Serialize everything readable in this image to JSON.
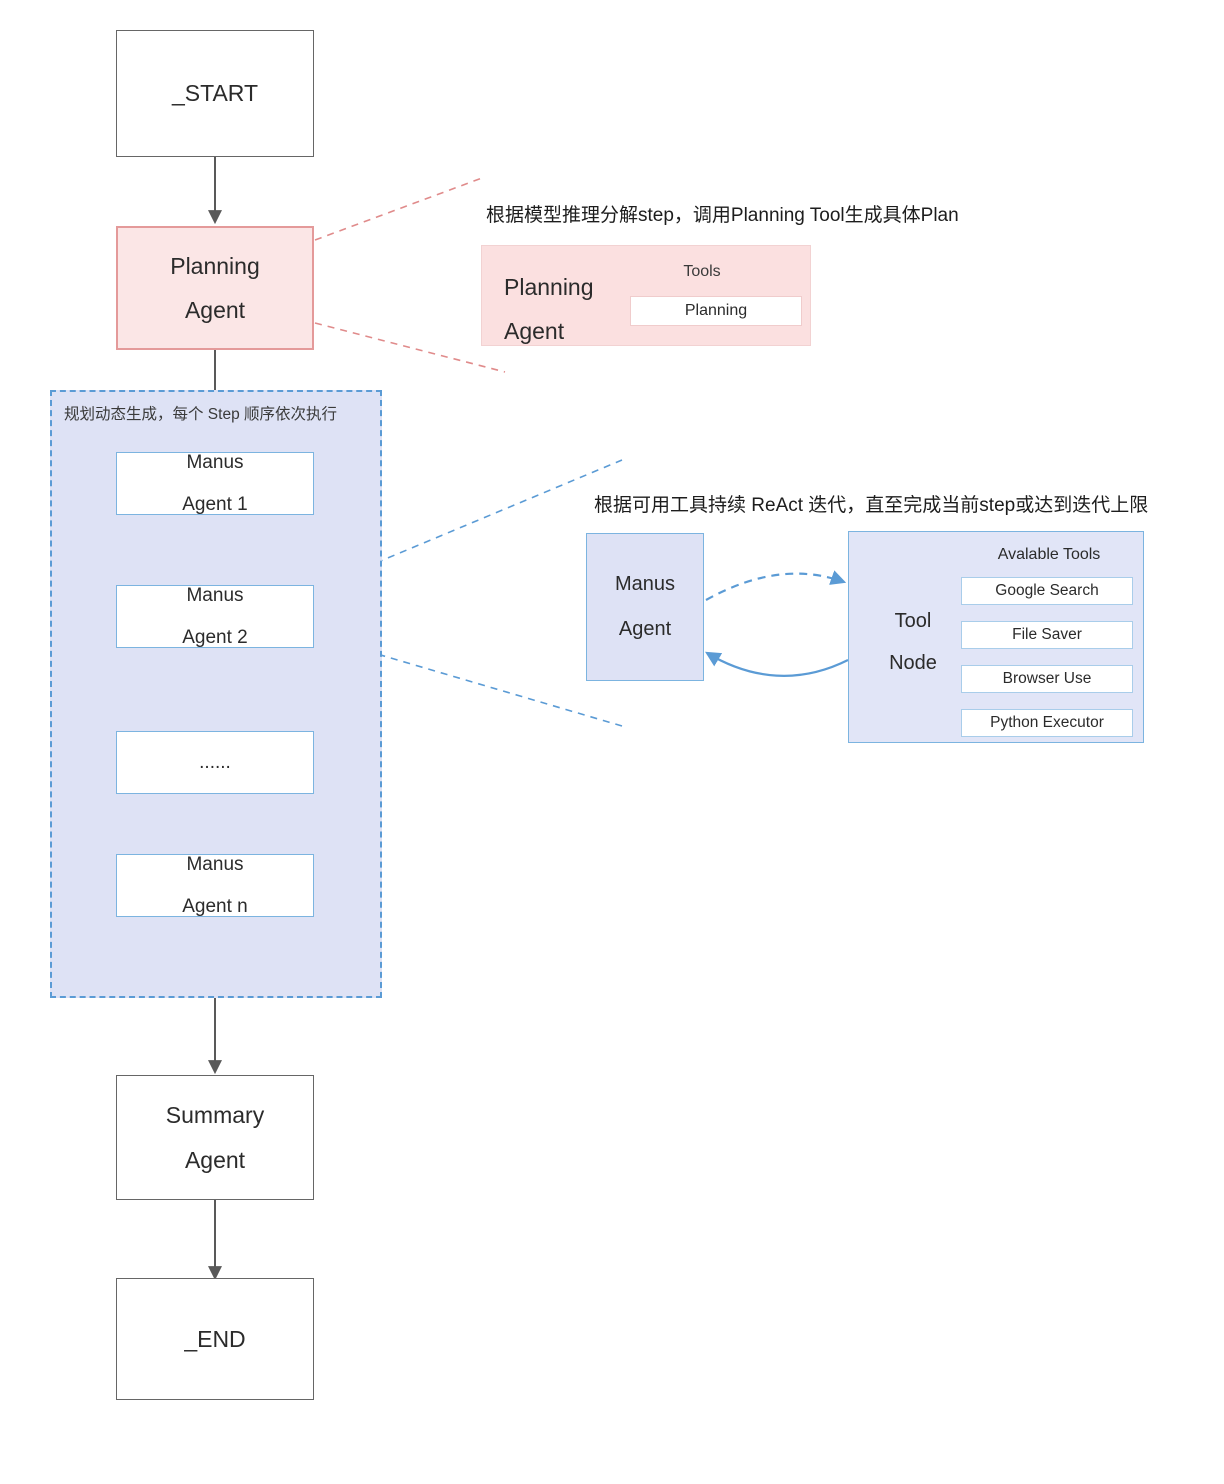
{
  "diagram": {
    "title": "OpenManus Agent Flow",
    "colors": {
      "pink_fill": "#fbe6e6",
      "pink_border": "#e49a9a",
      "pink_dash": "#e08b8b",
      "blue_fill": "#dee2f5",
      "blue_border": "#7cb4e0",
      "blue_dash": "#5b9bd5",
      "tool_panel_fill": "#e1e5f7",
      "gray_border": "#666666",
      "arrow_gray": "#595959"
    }
  },
  "flow": {
    "start": {
      "label": "_START"
    },
    "planning_agent": {
      "line1": "Planning",
      "line2": "Agent"
    },
    "step_container": {
      "label": "规划动态生成，每个 Step 顺序依次执行",
      "nodes": [
        {
          "line1": "Manus",
          "line2": "Agent 1"
        },
        {
          "line1": "Manus",
          "line2": "Agent 2"
        },
        {
          "line1": "......",
          "line2": ""
        },
        {
          "line1": "Manus",
          "line2": "Agent n"
        }
      ]
    },
    "summary_agent": {
      "line1": "Summary",
      "line2": "Agent"
    },
    "end": {
      "label": "_END"
    }
  },
  "planning_callout": {
    "description": "根据模型推理分解step，调用Planning Tool生成具体Plan",
    "agent_line1": "Planning",
    "agent_line2": "Agent",
    "tools_title": "Tools",
    "tools": [
      "Planning"
    ]
  },
  "react_callout": {
    "description": "根据可用工具持续 ReAct 迭代，直至完成当前step或达到迭代上限",
    "manus_line1": "Manus",
    "manus_line2": "Agent",
    "tool_node_line1": "Tool",
    "tool_node_line2": "Node",
    "available_tools_title": "Avalable Tools",
    "tools": [
      "Google Search",
      "File Saver",
      "Browser Use",
      "Python Executor"
    ]
  }
}
